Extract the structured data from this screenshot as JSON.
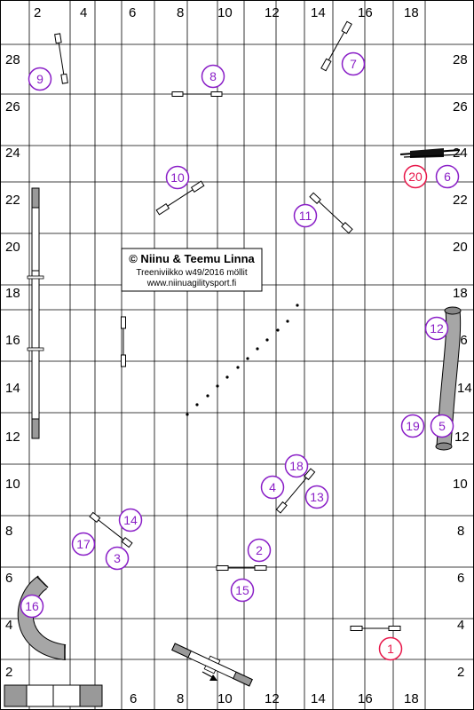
{
  "course": {
    "x_labels_top": [
      "2",
      "4",
      "6",
      "8",
      "10",
      "12",
      "14",
      "16",
      "18"
    ],
    "x_labels_bottom": [
      "2",
      "6",
      "8",
      "10",
      "12",
      "14",
      "16",
      "18"
    ],
    "y_labels_left": [
      "28",
      "26",
      "24",
      "22",
      "20",
      "18",
      "16",
      "14",
      "12",
      "10",
      "8",
      "6",
      "4",
      "2"
    ],
    "y_labels_right": [
      "28",
      "26",
      "24",
      "22",
      "20",
      "18",
      "16",
      "14",
      "12",
      "10",
      "8",
      "6",
      "4",
      "2"
    ]
  },
  "credit": {
    "title": "© Niinu & Teemu Linna",
    "subtitle": "Treeniviikko w49/2016 möllit",
    "url": "www.niinuagilitysport.fi"
  },
  "markers": [
    {
      "label": "1",
      "color": "#e8174a"
    },
    {
      "label": "2",
      "color": "#8a1fc7"
    },
    {
      "label": "3",
      "color": "#8a1fc7"
    },
    {
      "label": "4",
      "color": "#8a1fc7"
    },
    {
      "label": "5",
      "color": "#8a1fc7"
    },
    {
      "label": "6",
      "color": "#8a1fc7"
    },
    {
      "label": "7",
      "color": "#8a1fc7"
    },
    {
      "label": "8",
      "color": "#8a1fc7"
    },
    {
      "label": "9",
      "color": "#8a1fc7"
    },
    {
      "label": "10",
      "color": "#8a1fc7"
    },
    {
      "label": "11",
      "color": "#8a1fc7"
    },
    {
      "label": "12",
      "color": "#8a1fc7"
    },
    {
      "label": "13",
      "color": "#8a1fc7"
    },
    {
      "label": "14",
      "color": "#8a1fc7"
    },
    {
      "label": "15",
      "color": "#8a1fc7"
    },
    {
      "label": "16",
      "color": "#8a1fc7"
    },
    {
      "label": "17",
      "color": "#8a1fc7"
    },
    {
      "label": "18",
      "color": "#8a1fc7"
    },
    {
      "label": "19",
      "color": "#8a1fc7"
    },
    {
      "label": "20",
      "color": "#e8174a"
    }
  ]
}
